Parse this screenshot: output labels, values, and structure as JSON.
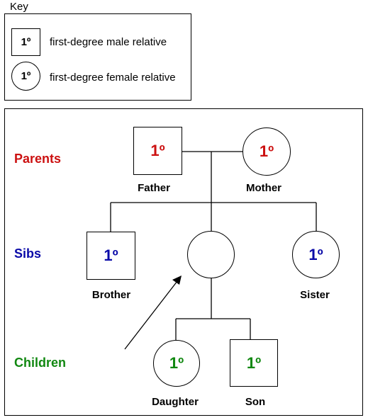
{
  "colors": {
    "parents": "#cc1111",
    "sibs": "#0a0aa8",
    "children": "#118811",
    "line": "#000000"
  },
  "key": {
    "title": "Key",
    "male_symbol": "1º",
    "male_label": "first-degree male relative",
    "female_symbol": "1º",
    "female_label": "first-degree female relative"
  },
  "rows": {
    "parents": "Parents",
    "sibs": "Sibs",
    "children": "Children"
  },
  "nodes": {
    "father": {
      "symbol": "1º",
      "name": "Father"
    },
    "mother": {
      "symbol": "1º",
      "name": "Mother"
    },
    "brother": {
      "symbol": "1º",
      "name": "Brother"
    },
    "proband": {
      "symbol": ""
    },
    "sister": {
      "symbol": "1º",
      "name": "Sister"
    },
    "daughter": {
      "symbol": "1º",
      "name": "Daughter"
    },
    "son": {
      "symbol": "1º",
      "name": "Son"
    }
  }
}
